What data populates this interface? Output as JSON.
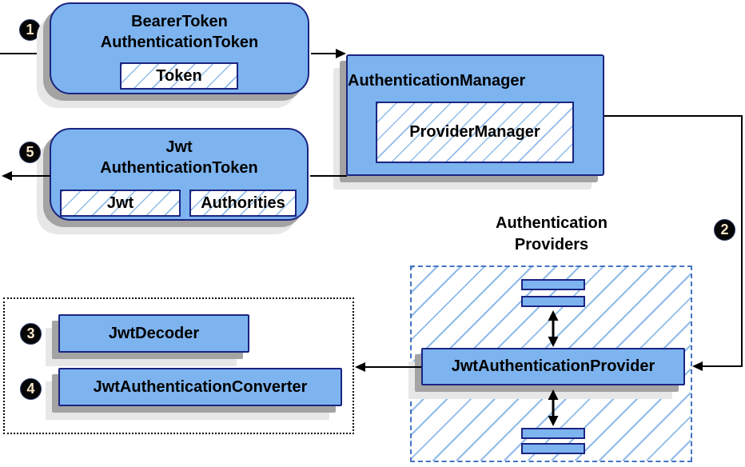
{
  "diagram": {
    "steps": {
      "s1": "1",
      "s2": "2",
      "s3": "3",
      "s4": "4",
      "s5": "5"
    },
    "bearer_box": {
      "title1": "BearerToken",
      "title2": "AuthenticationToken",
      "field": "Token"
    },
    "manager_box": {
      "title": "AuthenticationManager",
      "inner": "ProviderManager"
    },
    "jwt_box": {
      "title1": "Jwt",
      "title2": "AuthenticationToken",
      "field_jwt": "Jwt",
      "field_authorities": "Authorities"
    },
    "providers_group": {
      "label1": "Authentication",
      "label2": "Providers",
      "provider": "JwtAuthenticationProvider"
    },
    "decoder_group": {
      "decoder": "JwtDecoder",
      "converter": "JwtAuthenticationConverter"
    },
    "colors": {
      "box_fill": "#7db4f0",
      "box_stroke": "#1b2480",
      "hatch_line": "#8fbbea",
      "dashed_blue": "#4472c4",
      "shadow_dark": "#a3a3a3",
      "shadow_light": "#e7e7e7",
      "connector": "#000000"
    }
  }
}
